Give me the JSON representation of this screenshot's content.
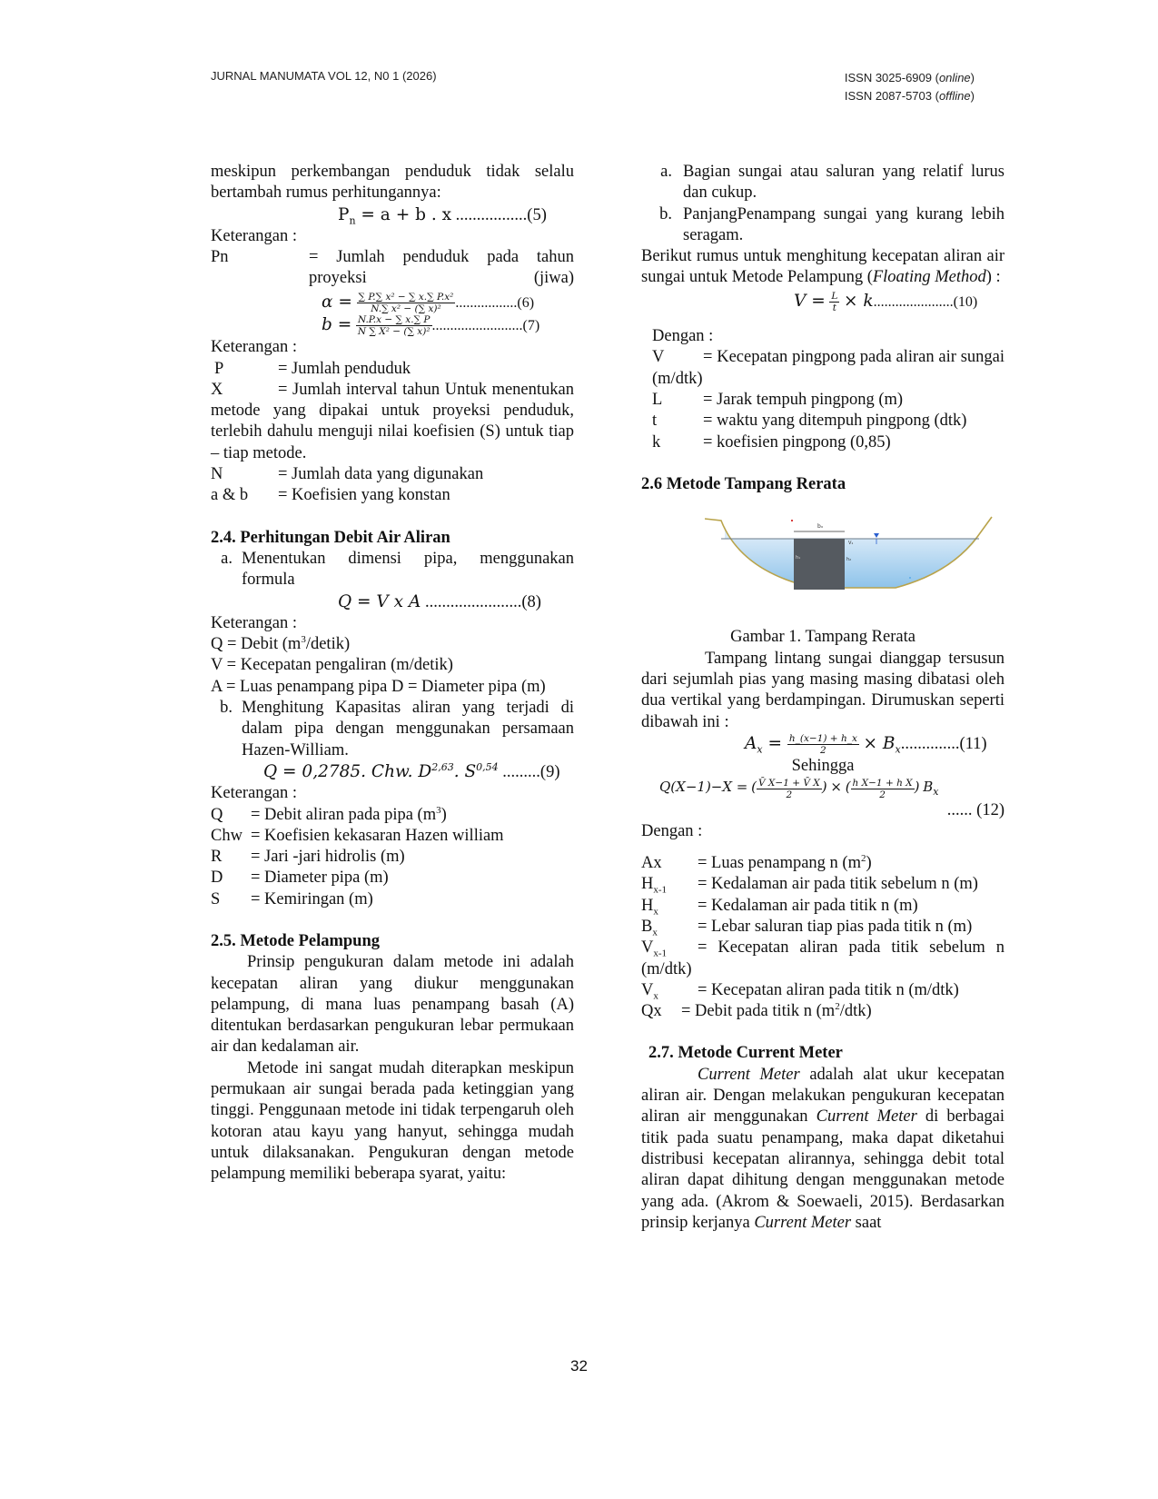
{
  "header": {
    "journal": "JURNAL MANUMATA VOL 12, N0 1 (2026)",
    "issn_online": "ISSN 3025-6909",
    "online": "online",
    "issn_offline": "ISSN 2087-5703",
    "offline": "offline"
  },
  "page_number": "32",
  "left": {
    "intro": "meskipun perkembangan penduduk tidak selalu bertambah rumus perhitungannya:",
    "eq5": {
      "lhs": "P",
      "sub": "n",
      "rhs": " = a + b . x",
      "dots": " .................(5)"
    },
    "ket1": "Keterangan :",
    "pn_label": "Pn",
    "pn_def": "= Jumlah penduduk pada tahun proyeksi (jiwa)",
    "eq6": {
      "lhs": "α =",
      "num": "∑ P.∑ x² − ∑ x.∑ P.x²",
      "den": "N.∑ x² − (∑ x)²",
      "dots": ".................(6)"
    },
    "eq7": {
      "lhs": "b =",
      "num": "N.P.x − ∑ x.∑ P",
      "den": "N ∑ X² − (∑ x)²",
      "dots": ".........................(7)"
    },
    "ket2": "Keterangan :",
    "p_label": "P",
    "p_def": "= Jumlah penduduk",
    "x_label": "X",
    "x_def": "= Jumlah interval tahun Untuk menentukan metode yang dipakai untuk proyeksi penduduk, terlebih dahulu menguji nilai koefisien (S) untuk tiap – tiap metode.",
    "n_label": "N",
    "n_def": "= Jumlah data yang digunakan",
    "ab_label": "a & b",
    "ab_def": "= Koefisien yang konstan",
    "sec24": "2.4. Perhitungan Debit Air Aliran",
    "item_a_mark": "a.",
    "item_a": "Menentukan dimensi pipa, menggunakan formula",
    "eq8": {
      "expr": "Q = V x A",
      "dots": " .......................(8)"
    },
    "ket3": "Keterangan :",
    "q_def_pre": "Q = Debit (m",
    "q_def_sup": "3",
    "q_def_post": "/detik)",
    "v_def": "V = Kecepatan pengaliran (m/detik)",
    "a_def": "A = Luas penampang pipa D = Diameter pipa (m)",
    "item_b_mark": "b.",
    "item_b": "Menghitung Kapasitas aliran yang terjadi di dalam pipa dengan menggunakan persamaan Hazen-William.",
    "eq9": {
      "pre": "Q = 0,2785. Chw. D",
      "sup1": "2,63",
      "mid": ". S",
      "sup2": "0,54",
      "dots": " .........(9)"
    },
    "ket4": "Keterangan :",
    "q2_label": "Q",
    "q2_def_pre": "= Debit aliran pada pipa (m",
    "q2_def_sup": "3",
    "q2_def_post": ")",
    "chw_label": "Chw",
    "chw_def": "= Koefisien kekasaran Hazen william",
    "r_label": "R",
    "r_def": "= Jari -jari hidrolis (m)",
    "d_label": "D",
    "d_def": "= Diameter pipa (m)",
    "s_label": "S",
    "s_def": "= Kemiringan (m)",
    "sec25": "2.5. Metode Pelampung",
    "p25_1": "Prinsip pengukuran dalam metode ini adalah kecepatan aliran yang diukur menggunakan pelampung, di mana luas penampang basah (A) ditentukan berdasarkan pengukuran lebar permukaan air dan kedalaman air.",
    "p25_2": "Metode ini sangat mudah diterapkan meskipun permukaan air sungai berada pada ketinggian yang tinggi. Penggunaan metode ini tidak terpengaruh oleh kotoran atau kayu yang hanyut, sehingga mudah untuk dilaksanakan. Pengukuran dengan metode pelampung memiliki beberapa syarat, yaitu:"
  },
  "right": {
    "ra_mark": "a.",
    "ra": "Bagian sungai atau saluran yang relatif lurus dan cukup.",
    "rb_mark": "b.",
    "rb": "PanjangPenampang sungai yang kurang lebih seragam.",
    "p_float": "Berikut rumus untuk menghitung kecepatan aliran air sungai untuk Metode Pelampung (",
    "p_float_em": "Floating Method",
    "p_float_end": ") :",
    "eq10": {
      "lhs": "V =",
      "num": "L",
      "den": "t",
      "rhs": "× k",
      "dots": "......................(10)"
    },
    "dengan1": "Dengan :",
    "v_label": "V",
    "v_def": "= Kecepatan pingpong pada aliran air sungai (m/dtk)",
    "l_label": "L",
    "l_def": "= Jarak tempuh pingpong (m)",
    "t_label": "t",
    "t_def": "= waktu yang ditempuh pingpong (dtk)",
    "k_label": "k",
    "k_def": "= koefisien pingpong (0,85)",
    "sec26": "2.6  Metode Tampang Rerata",
    "caption": "Gambar 1. Tampang Rerata",
    "p26": "Tampang lintang sungai dianggap tersusun dari sejumlah pias yang masing masing dibatasi oleh dua vertikal yang berdampingan. Dirumuskan seperti dibawah ini :",
    "eq11": {
      "lhs": "A",
      "lsub": "x",
      "eq": " = ",
      "num": "h_(x−1) + h_x",
      "den": "2",
      "rhs": "× B",
      "rsub": "x",
      "dots": "..............(11)"
    },
    "sehingga": "Sehingga",
    "eq12": {
      "lhs": "Q(X−1)−X =",
      "num1": "V̄ X−1 + V̄ X",
      "den1": "2",
      "num2": "h X−1 + h X",
      "den2": "2",
      "rhs": "B",
      "rsub": "x",
      "dots": "...... (12)"
    },
    "dengan2": "Dengan :",
    "ax_label": "Ax",
    "ax_def_pre": "= Luas penampang n (m",
    "ax_def_sup": "2",
    "ax_def_post": ")",
    "hx1_label": "H",
    "hx1_sub": "x-1",
    "hx1_def": "= Kedalaman air pada titik sebelum n (m)",
    "hx_label": "H",
    "hx_sub": "x",
    "hx_def": "= Kedalaman air pada titik n (m)",
    "bx_label": "B",
    "bx_sub": "x",
    "bx_def": "= Lebar saluran tiap pias pada titik n (m)",
    "vx1_label": "V",
    "vx1_sub": "x-1",
    "vx1_def": "= Kecepatan aliran pada titik sebelum n (m/dtk)",
    "vx_label": "V",
    "vx_sub": "x",
    "vx_def": "= Kecepatan aliran pada titik n (m/dtk)",
    "qx_label": "Qx",
    "qx_def_pre": "= Debit pada titik n (m",
    "qx_def_sup": "2",
    "qx_def_post": "/dtk)",
    "sec27": "2.7.  Metode Current Meter",
    "p27_em1": "Current Meter",
    "p27_a": " adalah alat ukur kecepatan aliran air. Dengan melakukan pengukuran kecepatan aliran air menggunakan ",
    "p27_em2": "Current Meter",
    "p27_b": " di berbagai titik pada suatu penampang, maka dapat diketahui distribusi kecepatan alirannya, sehingga debit total aliran dapat dihitung dengan menggunakan metode yang ada. (Akrom & Soewaeli, 2015). Berdasarkan prinsip kerjanya ",
    "p27_em3": "Current Meter",
    "p27_c": " saat"
  },
  "figure": {
    "label_b": "bₓ",
    "label_h1": "h₁",
    "label_h2": "h₂",
    "label_v": "V₁"
  }
}
